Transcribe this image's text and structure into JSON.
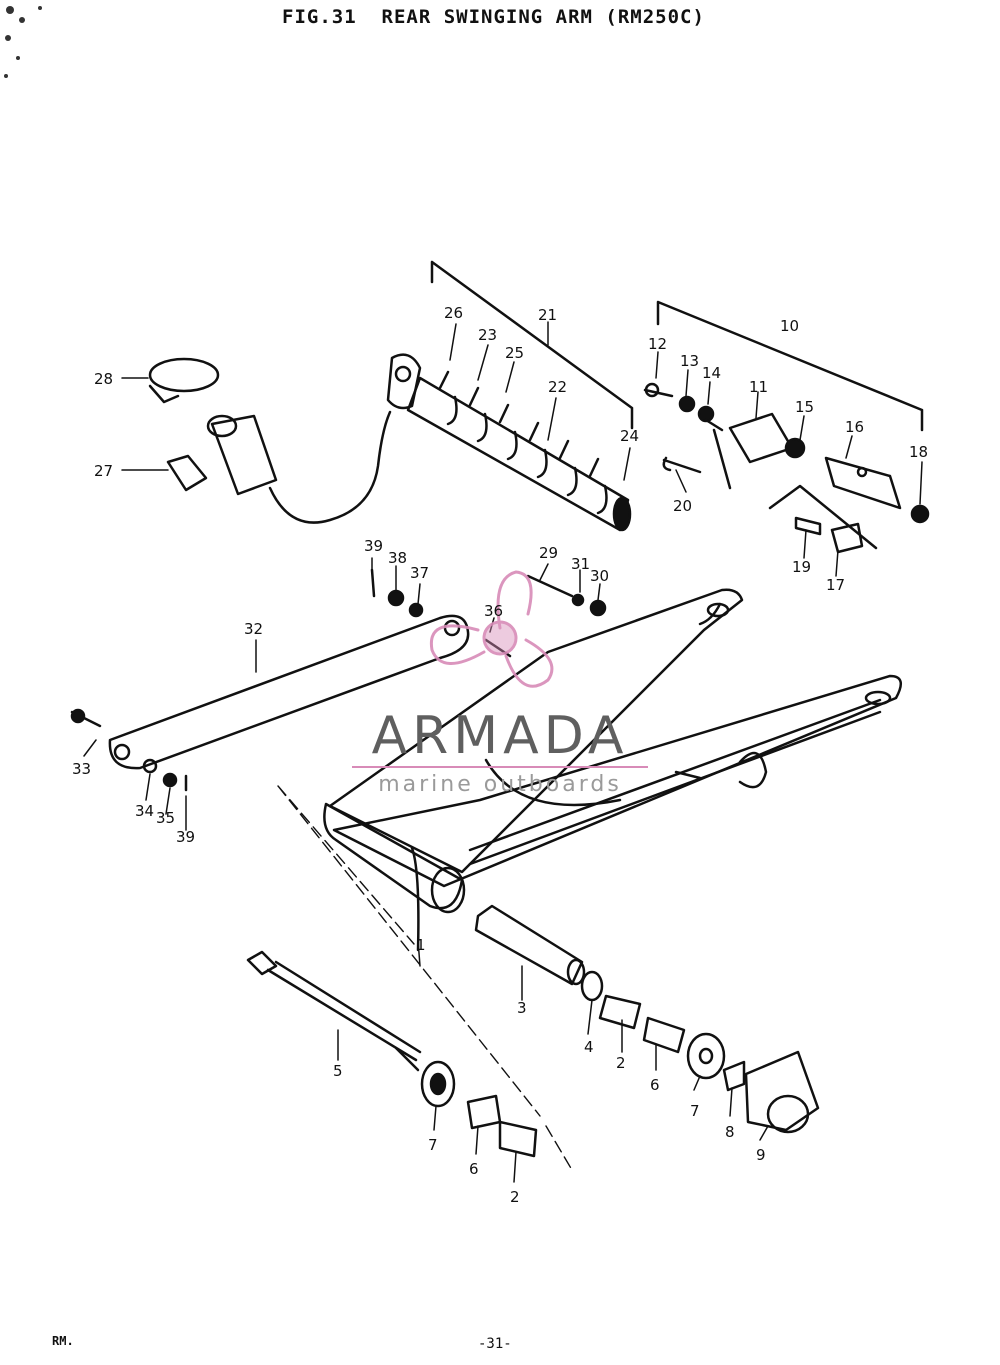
{
  "header": {
    "title": "FIG.31  REAR SWINGING ARM (RM250C)"
  },
  "footer": {
    "left_code": "RM.",
    "page": "-31-"
  },
  "watermark": {
    "name": "ARMADA",
    "subtitle": "marine outboards",
    "color_primary": "#5f5f5f",
    "color_accent": "#d88bb8"
  },
  "callouts": {
    "c1": "1",
    "c2a": "2",
    "c2b": "2",
    "c3": "3",
    "c4": "4",
    "c5": "5",
    "c6a": "6",
    "c6b": "6",
    "c7a": "7",
    "c7b": "7",
    "c8": "8",
    "c9": "9",
    "c10": "10",
    "c11": "11",
    "c12": "12",
    "c13": "13",
    "c14": "14",
    "c15": "15",
    "c16": "16",
    "c17": "17",
    "c18": "18",
    "c19": "19",
    "c20": "20",
    "c21": "21",
    "c22": "22",
    "c23": "23",
    "c24": "24",
    "c25": "25",
    "c26": "26",
    "c27": "27",
    "c28": "28",
    "c29": "29",
    "c30": "30",
    "c31": "31",
    "c32": "32",
    "c33": "33",
    "c34": "34",
    "c35": "35",
    "c36": "36",
    "c37": "37",
    "c38": "38",
    "c39a": "39",
    "c39b": "39"
  }
}
